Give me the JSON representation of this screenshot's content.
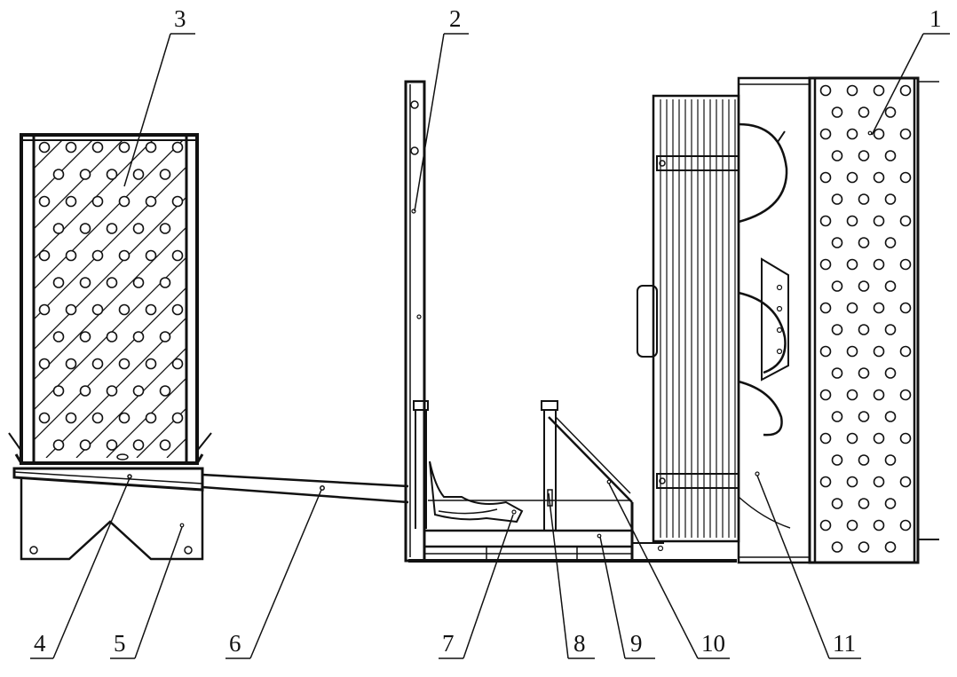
{
  "labels": {
    "c1": "1",
    "c2": "2",
    "c3": "3",
    "c4": "4",
    "c5": "5",
    "c6": "6",
    "c7": "7",
    "c8": "8",
    "c9": "9",
    "c10": "10",
    "c11": "11"
  },
  "colors": {
    "line": "#111111",
    "background": "#ffffff"
  }
}
